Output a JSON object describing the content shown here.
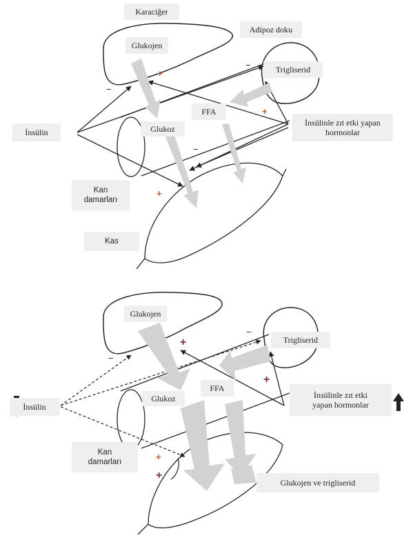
{
  "top": {
    "karaciger": "Karaciğer",
    "glukojen": "Glukojen",
    "adipoz": "Adipoz doku",
    "trigliserid": "Trigliserid",
    "insulin": "İnsülin",
    "glukoz": "Glukoz",
    "ffa": "FFA",
    "zit_etki_line1": "İnsülinle zıt etki yapan",
    "zit_etki_line2": "hormonlar",
    "kan_line1": "Kan",
    "kan_line2": "damarları",
    "kas": "Kas"
  },
  "bottom": {
    "glukojen": "Glukojen",
    "trigliserid": "Trigliserid",
    "insulin": "İnsülin",
    "glukoz": "Glukoz",
    "ffa": "FFA",
    "zit_etki_line1": "İnsülinle zıt etki",
    "zit_etki_line2": "yapan hormonlar",
    "kan_line1": "Kan",
    "kan_line2": "damarları",
    "glukojen_trigliserid": "Glukojen ve trigliserid"
  },
  "signs": {
    "plus": "+",
    "minus": "−"
  },
  "colors": {
    "flow_arrow": "#d2d2d2",
    "line": "#222222",
    "label_bg": "#efefef"
  },
  "icons": {
    "down_arrow": "insulin-decrease-icon",
    "up_arrow": "hormone-increase-icon"
  }
}
